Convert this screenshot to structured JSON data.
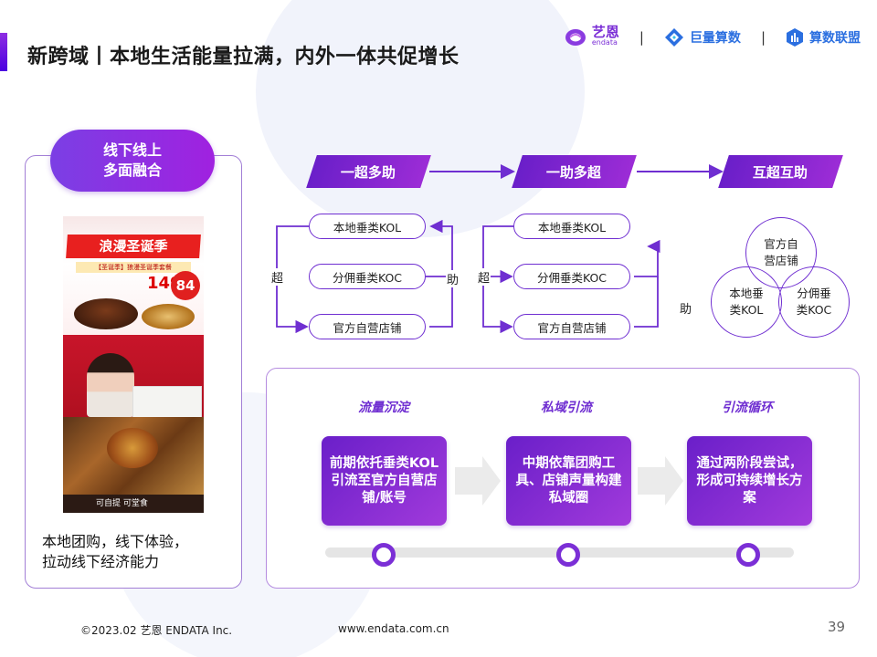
{
  "header": {
    "title": "新跨域丨本地生活能量拉满，内外一体共促增长",
    "logos": [
      {
        "name": "艺恩",
        "sub": "endata",
        "color": "#7b2fd6"
      },
      {
        "name": "巨量算数",
        "color": "#2b6fe0"
      },
      {
        "name": "算数联盟",
        "color": "#2b6fe0"
      }
    ],
    "separator": "|"
  },
  "left_card": {
    "pill_line1": "线下线上",
    "pill_line2": "多面融合",
    "phone": {
      "banner": "浪漫圣诞季",
      "sub": "【圣诞季】狼漫圣诞季套餐",
      "price": "149",
      "badge": "84",
      "bottom": "可自提  可堂食"
    },
    "caption_line1": "本地团购，线下体验，",
    "caption_line2": "拉动线下经济能力"
  },
  "steps": [
    "一超多助",
    "一助多超",
    "互超互助"
  ],
  "group1": {
    "nodes": [
      "本地垂类KOL",
      "分佣垂类KOC",
      "官方自营店铺"
    ],
    "left_label": "超",
    "right_label": "助"
  },
  "group2": {
    "nodes": [
      "本地垂类KOL",
      "分佣垂类KOC",
      "官方自营店铺"
    ],
    "left_label": "超",
    "right_label": "助"
  },
  "group3": {
    "top": "官方自营店铺",
    "left": "本地垂类KOL",
    "right": "分佣垂类KOC"
  },
  "phases": [
    {
      "label": "流量沉淀",
      "text": "前期依托垂类KOL引流至官方自营店铺/账号"
    },
    {
      "label": "私域引流",
      "text": "中期依靠团购工具、店铺声量构建私域圈"
    },
    {
      "label": "引流循环",
      "text": "通过两阶段尝试，形成可持续增长方案"
    }
  ],
  "footer": {
    "copyright": "©2023.02 艺恩 ENDATA Inc.",
    "url": "www.endata.com.cn",
    "page": "39"
  },
  "colors": {
    "primary": "#6f2ed1",
    "gradient_start": "#6a1fc9",
    "gradient_end": "#a13adb"
  }
}
